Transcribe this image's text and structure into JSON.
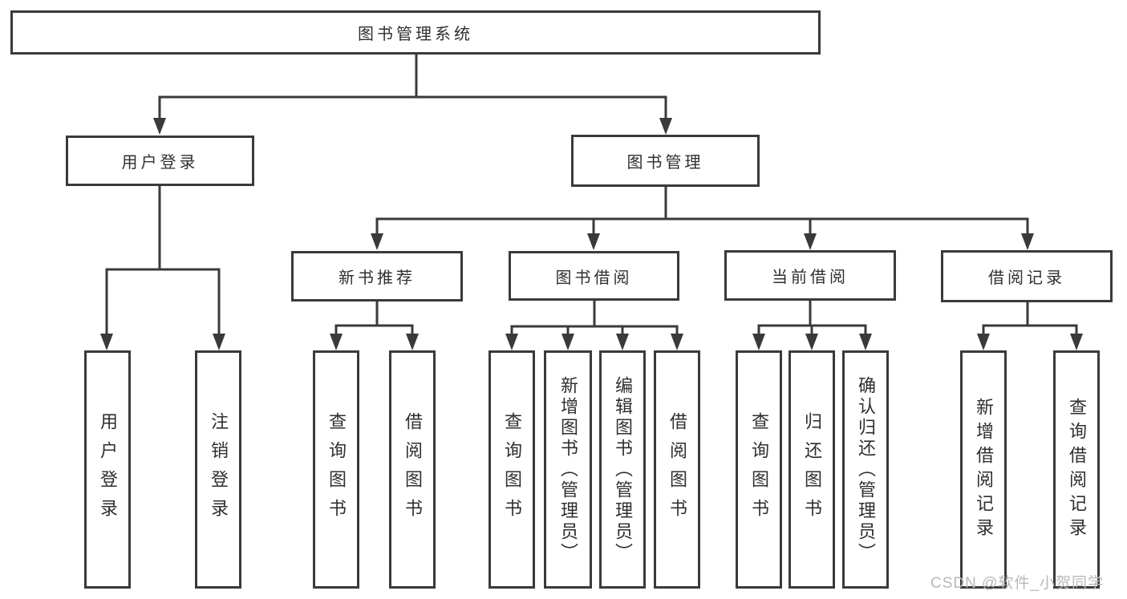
{
  "diagram": {
    "tree": {
      "label": "图书管理系统",
      "children": [
        {
          "label": "用户登录",
          "children": [
            {
              "label": "用户登录"
            },
            {
              "label": "注销登录"
            }
          ]
        },
        {
          "label": "图书管理",
          "children": [
            {
              "label": "新书推荐",
              "children": [
                {
                  "label": "查询图书"
                },
                {
                  "label": "借阅图书"
                }
              ]
            },
            {
              "label": "图书借阅",
              "children": [
                {
                  "label": "查询图书"
                },
                {
                  "label": "新增图书（管理员）"
                },
                {
                  "label": "编辑图书（管理员）"
                },
                {
                  "label": "借阅图书"
                }
              ]
            },
            {
              "label": "当前借阅",
              "children": [
                {
                  "label": "查询图书"
                },
                {
                  "label": "归还图书"
                },
                {
                  "label": "确认归还（管理员）"
                }
              ]
            },
            {
              "label": "借阅记录",
              "children": [
                {
                  "label": "新增借阅记录"
                },
                {
                  "label": "查询借阅记录"
                }
              ]
            }
          ]
        }
      ]
    },
    "colors": {
      "line": "#3a3a3a",
      "text": "#2f2f2f",
      "watermark_color": "#b9b9b9"
    },
    "watermark": "CSDN @软件_小贺同学"
  }
}
